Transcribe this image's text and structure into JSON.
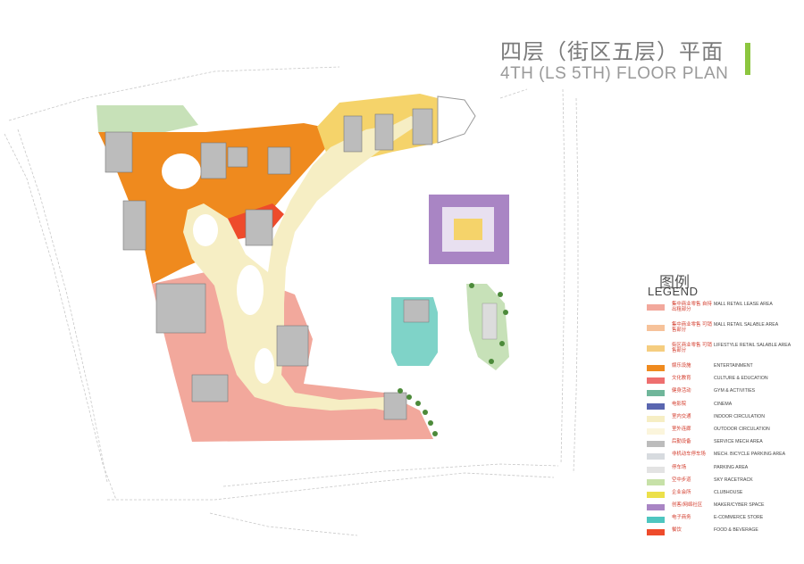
{
  "title": {
    "cn": "四层（街区五层）平面",
    "en": "4TH (LS 5TH) FLOOR PLAN",
    "accent_color": "#8cc63f"
  },
  "legend": {
    "title_cn": "图例",
    "title_en": "LEGEND",
    "items": [
      {
        "cn": "集中商业零售 自持出租部分",
        "en": "MALL RETAIL LEASE AREA",
        "color": "#f2a89c"
      },
      {
        "cn": "集中商业零售 可销售部分",
        "en": "MALL RETAIL SALABLE AREA",
        "color": "#f6c29a"
      },
      {
        "cn": "街区商业零售 可销售部分",
        "en": "LIFESTYLE RETAIL SALABLE AREA",
        "color": "#f5cd80"
      },
      {
        "cn": "娱乐设施",
        "en": "ENTERTAINMENT",
        "color": "#ef8a1e"
      },
      {
        "cn": "文化教育",
        "en": "CULTURE & EDUCATION",
        "color": "#ee6f6f"
      },
      {
        "cn": "健身活动",
        "en": "GYM & ACTIVITIES",
        "color": "#6fb69a"
      },
      {
        "cn": "电影院",
        "en": "CINEMA",
        "color": "#5a66b0"
      },
      {
        "cn": "室内交通",
        "en": "INDOOR CIRCULATION",
        "color": "#f6eec4"
      },
      {
        "cn": "室外连廊",
        "en": "OUTDOOR CIRCULATION",
        "color": "#fbf5dc"
      },
      {
        "cn": "后勤设备",
        "en": "SERVICE MECH AREA",
        "color": "#bcbcbc"
      },
      {
        "cn": "非机动车停车场",
        "en": "MECH. BICYCLE PARKING AREA",
        "color": "#d7dbdf"
      },
      {
        "cn": "停车场",
        "en": "PARKING AREA",
        "color": "#e3e3e3"
      },
      {
        "cn": "空中步道",
        "en": "SKY RACETRACK",
        "color": "#c7e1a8"
      },
      {
        "cn": "企业会所",
        "en": "CLUBHOUSE",
        "color": "#ece04a"
      },
      {
        "cn": "创客/网络社区",
        "en": "MAKER/CYBER SPACE",
        "color": "#a985c4"
      },
      {
        "cn": "电子商务",
        "en": "E-COMMERCE STORE",
        "color": "#4ec6c0"
      },
      {
        "cn": "餐饮",
        "en": "FOOD & BEVERAGE",
        "color": "#ee4b2b"
      }
    ]
  },
  "plan_colors": {
    "entertainment": "#ef8a1e",
    "lease": "#f2a89c",
    "circulation": "#f6eec4",
    "lifestyle": "#f5d36a",
    "maker": "#a985c4",
    "ecommerce": "#7fd3c8",
    "green": "#c7e1b8",
    "service": "#bcbcbc",
    "fnb": "#ee4b2b"
  }
}
